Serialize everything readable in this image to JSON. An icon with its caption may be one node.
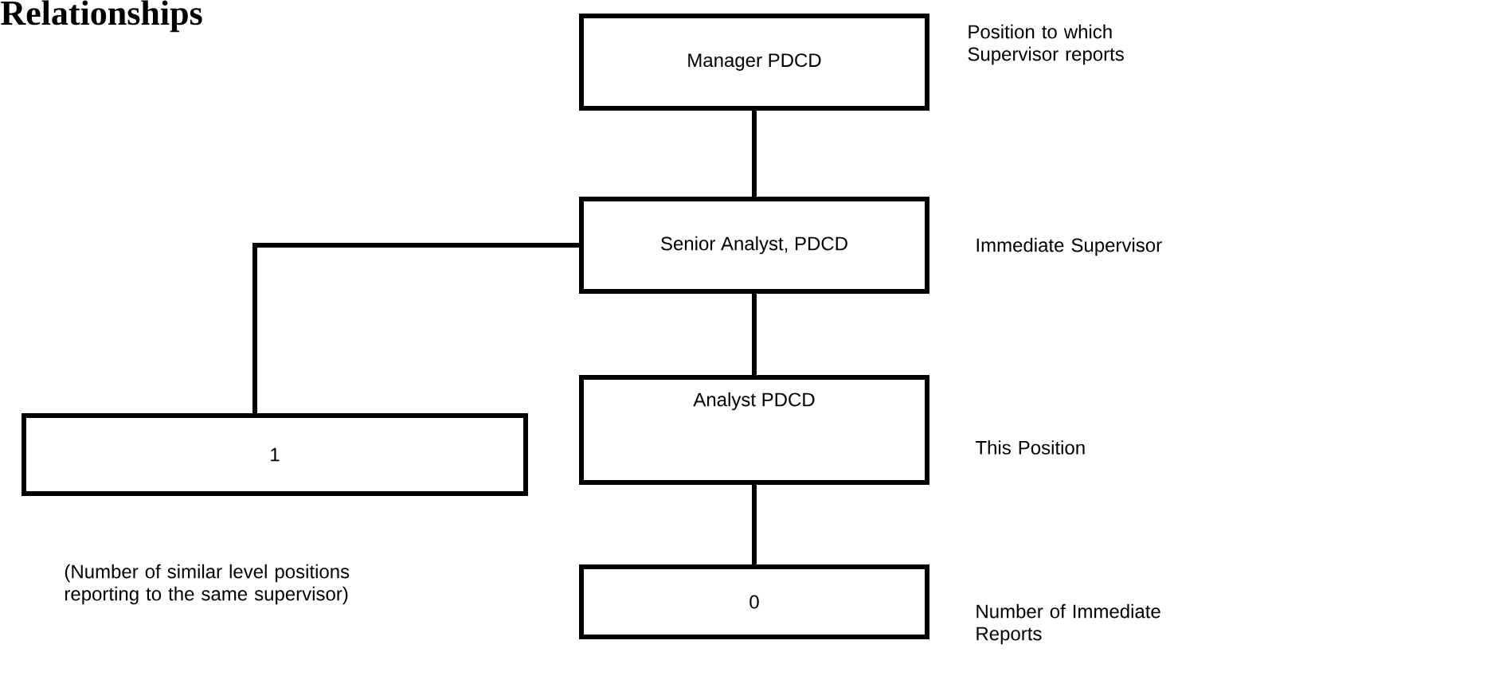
{
  "diagram": {
    "title": "Relationships",
    "nodes": [
      {
        "text": [
          "Manager PDCD"
        ],
        "beside": [
          "Position to which Supervisor reports"
        ]
      },
      {
        "text": [
          "Senior Analyst, PDCD"
        ],
        "beside": [
          "Immediate Supervisor"
        ]
      },
      {
        "text": [
          "1"
        ],
        "beside": [
          "(Number of similar level positions reporting to the same supervisor)"
        ]
      },
      {
        "text": [
          "Analyst PDCD"
        ],
        "beside": [
          "This Position"
        ]
      },
      {
        "text": [
          "0"
        ],
        "beside": [
          "Number of Immediate Reports"
        ]
      }
    ],
    "edges": [
      {
        "from": 0,
        "to": 1,
        "arrow": "none"
      },
      {
        "from": 1,
        "to": 2,
        "arrow": "none"
      },
      {
        "from": 1,
        "to": 3,
        "arrow": "none"
      },
      {
        "from": 3,
        "to": 4,
        "arrow": "none"
      }
    ]
  }
}
